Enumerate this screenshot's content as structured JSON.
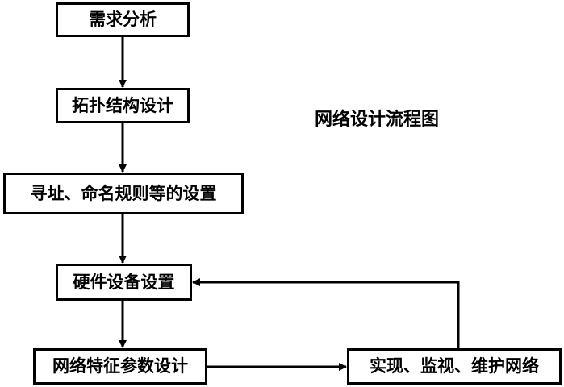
{
  "title": "网络设计流程图",
  "steps": [
    "需求分析",
    "拓扑结构设计",
    "寻址、命名规则等的设置",
    "硬件设备设置",
    "网络特征参数设计",
    "实现、监视、维护网络"
  ],
  "colors": {
    "stroke": "#000000",
    "background": "#ffffff"
  }
}
